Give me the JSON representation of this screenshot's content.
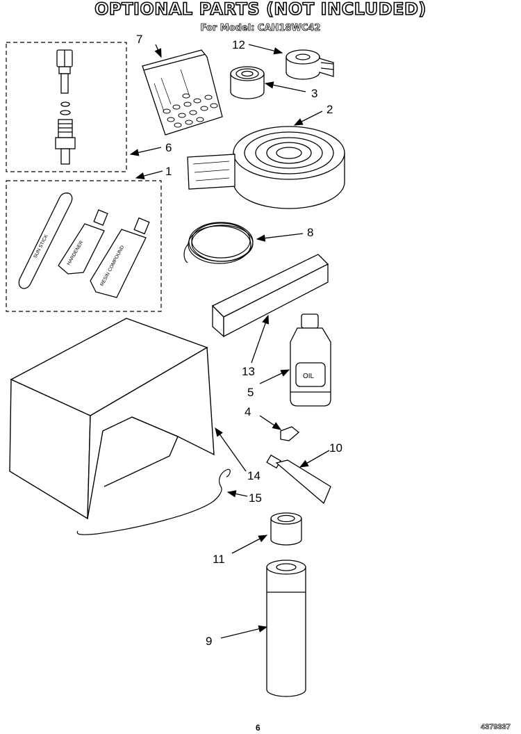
{
  "header": {
    "title": "OPTIONAL PARTS (NOT INCLUDED)",
    "subtitle": "For Model: CAH18WC42"
  },
  "callouts": [
    "1",
    "2",
    "3",
    "4",
    "5",
    "6",
    "7",
    "8",
    "9",
    "10",
    "11",
    "12",
    "13",
    "14",
    "15"
  ],
  "labels": {
    "oil": "OIL",
    "stick": "SUN STICK",
    "tube_a": "HARDENER",
    "tube_b": "RESIN COMPOUND"
  },
  "footer": {
    "page_number": "6",
    "drawing_id": "4379337"
  }
}
